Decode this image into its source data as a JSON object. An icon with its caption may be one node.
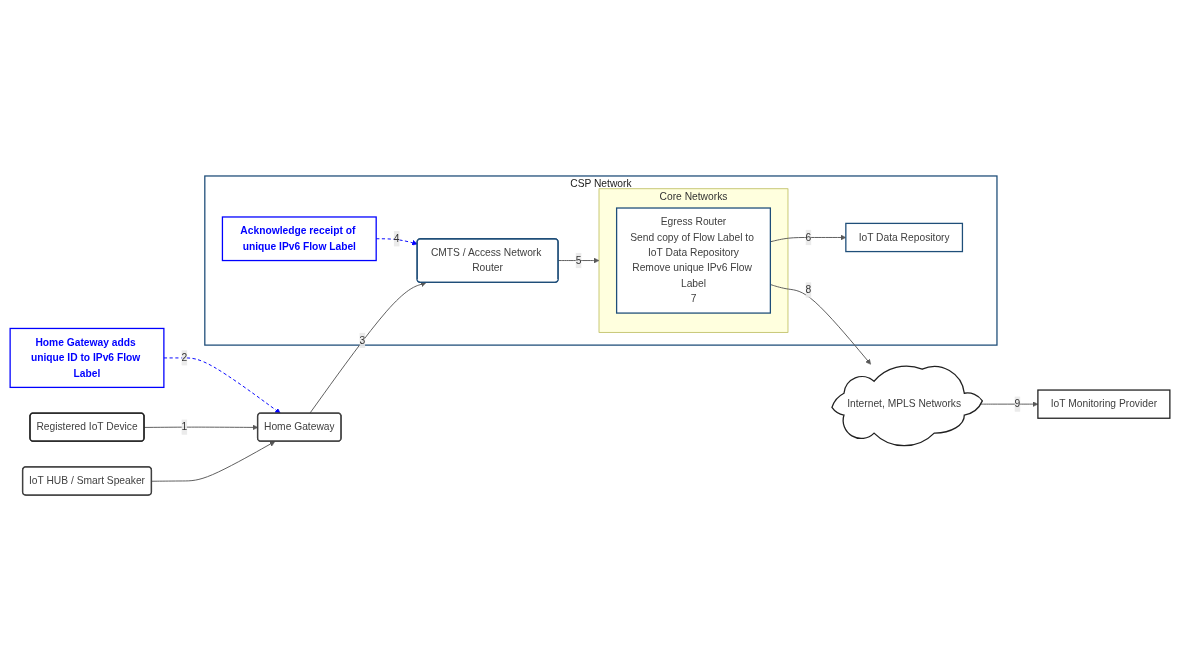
{
  "diagram": {
    "nodes": [
      {
        "text": [
          "Home Gateway adds unique ID to IPv6 Flow Label"
        ]
      },
      {
        "text": [
          "CSP Network"
        ]
      },
      {
        "text": [
          "Acknowledge receipt of unique IPv6 Flow Label"
        ],
        "in": 1
      },
      {
        "text": [
          "Home Gateway"
        ]
      },
      {
        "text": [
          "CMTS / Access Network Router"
        ],
        "in": 1
      },
      {
        "text": [
          "Core Networks"
        ],
        "in": 1
      },
      {
        "text": [
          "Egress Router",
          "Send copy of Flow Label to IoT Data Repository",
          "Remove unique IPv6 Flow Label",
          "7"
        ],
        "in": 5
      },
      {
        "text": [
          "IoT Data Repository"
        ],
        "in": 1
      },
      {
        "text": [
          "Registered IoT Device"
        ]
      },
      {
        "text": [
          "IoT HUB / Smart Speaker"
        ]
      },
      {
        "text": [
          "Internet, MPLS Networks"
        ]
      },
      {
        "text": [
          "IoT Monitoring Provider"
        ]
      }
    ],
    "edges": [
      {
        "from": 0,
        "to": 3,
        "arrow": "to",
        "label": "2",
        "style": "dashed",
        "color": "#0000ff"
      },
      {
        "from": 2,
        "to": 4,
        "arrow": "to",
        "label": "4",
        "style": "dashed",
        "color": "#0000ff"
      },
      {
        "from": 8,
        "to": 3,
        "arrow": "to",
        "label": "1"
      },
      {
        "from": 9,
        "to": 3,
        "arrow": "to"
      },
      {
        "from": 3,
        "to": 4,
        "arrow": "to",
        "label": "3"
      },
      {
        "from": 4,
        "to": 5,
        "arrow": "to",
        "label": "5"
      },
      {
        "from": 6,
        "to": 7,
        "arrow": "to",
        "label": "6"
      },
      {
        "from": 6,
        "to": 10,
        "arrow": "to",
        "label": "8"
      },
      {
        "from": 10,
        "to": 11,
        "arrow": "to",
        "label": "9"
      }
    ]
  }
}
